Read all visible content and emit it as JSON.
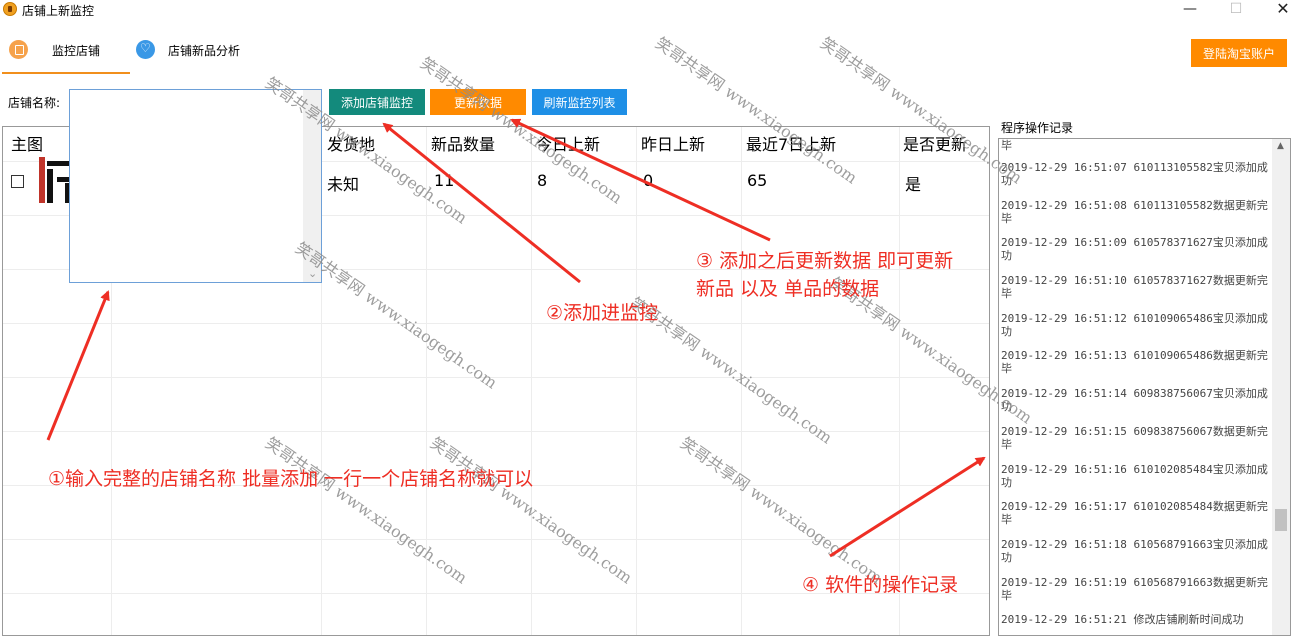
{
  "window": {
    "title": "店铺上新监控",
    "min": "—",
    "max": "☐",
    "close": "✕"
  },
  "tabs": [
    {
      "label": "监控店铺",
      "icon": "clipboard-icon",
      "active": true
    },
    {
      "label": "店铺新品分析",
      "icon": "heart-icon",
      "active": false
    }
  ],
  "header": {
    "login_label": "登陆淘宝账户"
  },
  "store_form": {
    "label": "店铺名称:",
    "value": "",
    "add_label": "添加店铺监控",
    "update_label": "更新数据",
    "refresh_label": "刷新监控列表"
  },
  "table": {
    "columns": [
      "主图",
      "发货地",
      "新品数量",
      "今日上新",
      "昨日上新",
      "最近7日上新",
      "是否更新"
    ],
    "rows": [
      {
        "origin": "未知",
        "new_count": "11",
        "today": "8",
        "yesterday": "0",
        "last7": "65",
        "updated": "是"
      }
    ]
  },
  "log": {
    "title": "程序操作记录",
    "entries": [
      "毕",
      "2019-12-29 16:51:07 610113105582宝贝添加成功",
      "2019-12-29 16:51:08 610113105582数据更新完毕",
      "2019-12-29 16:51:09 610578371627宝贝添加成功",
      "2019-12-29 16:51:10 610578371627数据更新完毕",
      "2019-12-29 16:51:12 610109065486宝贝添加成功",
      "2019-12-29 16:51:13 610109065486数据更新完毕",
      "2019-12-29 16:51:14 609838756067宝贝添加成功",
      "2019-12-29 16:51:15 609838756067数据更新完毕",
      "2019-12-29 16:51:16 610102085484宝贝添加成功",
      "2019-12-29 16:51:17 610102085484数据更新完毕",
      "2019-12-29 16:51:18 610568791663宝贝添加成功",
      "2019-12-29 16:51:19 610568791663数据更新完毕",
      "2019-12-29 16:51:21 修改店铺刷新时间成功"
    ]
  },
  "annotations": {
    "step1": "①输入完整的店铺名称 批量添加 一行一个店铺名称就可以",
    "step2": "②添加进监控",
    "step3_line1": "③ 添加之后更新数据 即可更新",
    "step3_line2": "新品  以及 单品的数据",
    "step4": "④  软件的操作记录",
    "color": "#ee2e24"
  },
  "watermark": {
    "text": "笑哥共享网 www.xiaogegh.com"
  },
  "colors": {
    "accent_orange": "#ff8a00",
    "teal": "#138a7c",
    "blue": "#1e8fe6"
  }
}
